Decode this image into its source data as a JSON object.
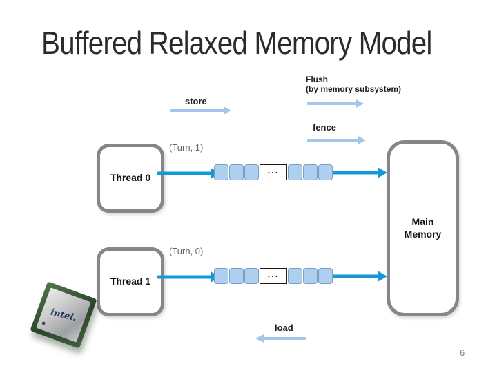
{
  "slide": {
    "title": "Buffered Relaxed Memory Model",
    "page_number": "6"
  },
  "labels": {
    "store": "store",
    "flush_line1": "Flush",
    "flush_line2": "(by memory subsystem)",
    "fence": "fence",
    "load": "load",
    "turn1": "(Turn, 1)",
    "turn0": "(Turn, 0)"
  },
  "nodes": {
    "thread0": "Thread 0",
    "thread1": "Thread 1",
    "main_memory": "Main Memory"
  },
  "buffer": {
    "ellipsis": "..."
  },
  "chip": {
    "brand": "intel."
  },
  "colors": {
    "arrow_light": "#A3C7EA",
    "arrow_bold": "#1697D6",
    "cell_fill": "#AED0F0",
    "cell_border": "#7E9EBE",
    "box_border": "#868686",
    "title_color": "#2B2B2B",
    "muted_text": "#666666",
    "page_number_color": "#808080"
  }
}
